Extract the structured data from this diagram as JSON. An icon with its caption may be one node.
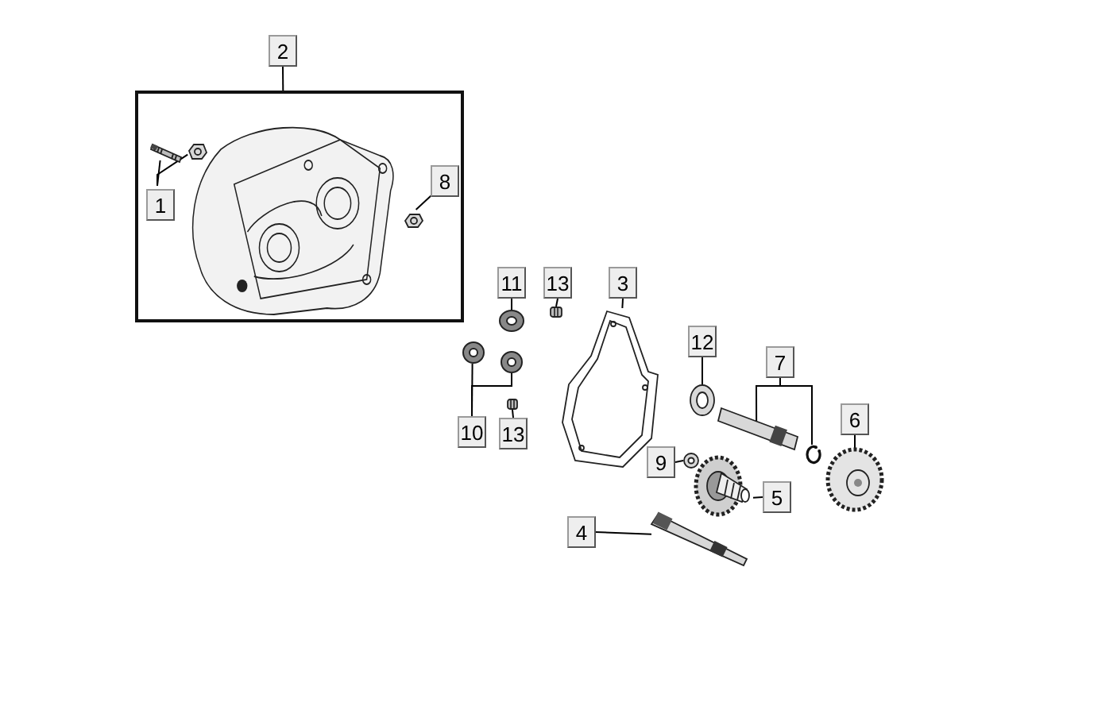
{
  "diagram": {
    "nodes": [
      {
        "text": [
          "2"
        ]
      },
      {
        "text": [],
        "shape": "box"
      },
      {
        "text": [],
        "shape": "picture",
        "in": 1
      },
      {
        "text": [],
        "shape": "picture",
        "in": 1
      },
      {
        "text": [],
        "shape": "picture",
        "in": 1
      },
      {
        "text": [
          "1"
        ],
        "in": 1
      },
      {
        "text": [
          "8"
        ],
        "in": 1
      },
      {
        "text": [],
        "shape": "picture",
        "in": 1
      },
      {
        "text": [
          "11"
        ]
      },
      {
        "text": [
          "13"
        ]
      },
      {
        "text": [
          "3"
        ]
      },
      {
        "text": [],
        "shape": "picture"
      },
      {
        "text": [],
        "shape": "picture"
      },
      {
        "text": [],
        "shape": "picture"
      },
      {
        "text": [
          "12"
        ]
      },
      {
        "text": [
          "7"
        ]
      },
      {
        "text": [],
        "shape": "picture"
      },
      {
        "text": [],
        "shape": "picture"
      },
      {
        "text": [],
        "shape": "picture"
      },
      {
        "text": [
          "6"
        ]
      },
      {
        "text": [],
        "shape": "picture"
      },
      {
        "text": [],
        "shape": "picture"
      },
      {
        "text": [],
        "shape": "picture"
      },
      {
        "text": [
          "10"
        ]
      },
      {
        "text": [
          "13"
        ]
      },
      {
        "text": [],
        "shape": "picture"
      },
      {
        "text": [
          "9"
        ]
      },
      {
        "text": [],
        "shape": "picture"
      },
      {
        "text": [],
        "shape": "picture"
      },
      {
        "text": [
          "5"
        ]
      },
      {
        "text": [
          "4"
        ]
      },
      {
        "text": [],
        "shape": "picture"
      }
    ],
    "edges": [
      {
        "from": 0,
        "to": 1,
        "arrow": "none"
      },
      {
        "from": 5,
        "to": 3,
        "arrow": "none"
      },
      {
        "from": 5,
        "to": 4,
        "arrow": "none"
      },
      {
        "from": 6,
        "to": 7,
        "arrow": "none"
      },
      {
        "from": 8,
        "to": 11,
        "arrow": "none"
      },
      {
        "from": 9,
        "to": 12,
        "arrow": "none"
      },
      {
        "from": 10,
        "to": 13,
        "arrow": "none"
      },
      {
        "from": 14,
        "to": 16,
        "arrow": "none"
      },
      {
        "from": 15,
        "to": 17,
        "arrow": "none"
      },
      {
        "from": 15,
        "to": 18,
        "arrow": "none"
      },
      {
        "from": 19,
        "to": 22,
        "arrow": "none"
      },
      {
        "from": 23,
        "to": 20,
        "arrow": "none"
      },
      {
        "from": 23,
        "to": 21,
        "arrow": "none"
      },
      {
        "from": 24,
        "to": 25,
        "arrow": "none"
      },
      {
        "from": 26,
        "to": 27,
        "arrow": "none"
      },
      {
        "from": 29,
        "to": 28,
        "arrow": "none"
      },
      {
        "from": 30,
        "to": 31,
        "arrow": "none"
      }
    ]
  }
}
